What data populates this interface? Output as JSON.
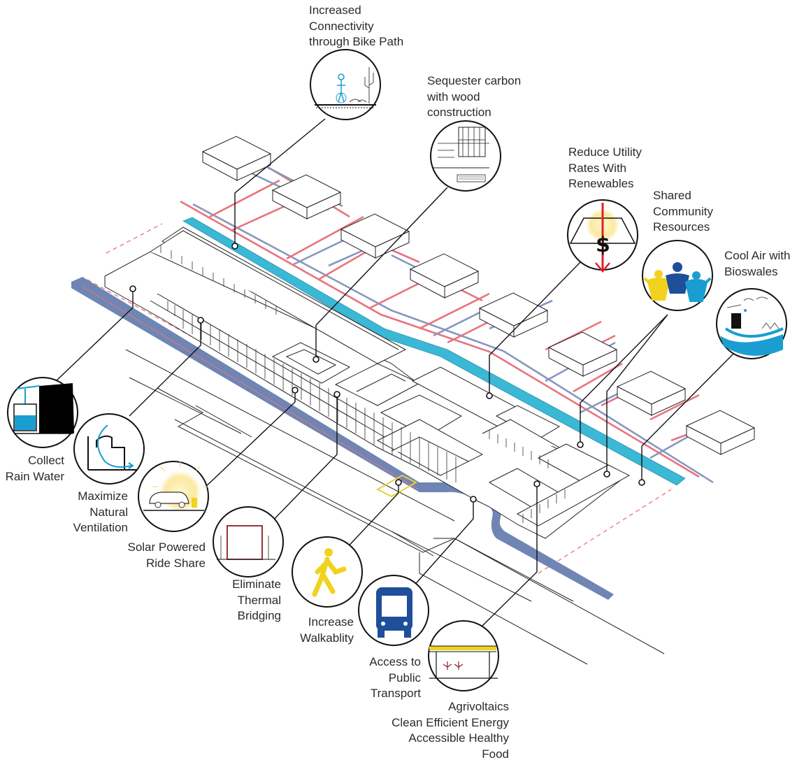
{
  "labels": {
    "bike_path": "Increased\nConnectivity\nthrough Bike Path",
    "wood": "Sequester carbon\nwith wood\nconstruction",
    "utility": "Reduce Utility\nRates With\nRenewables",
    "community": "Shared\nCommunity\nResources",
    "bioswales": "Cool Air with\nBioswales",
    "rain": "Collect\nRain Water",
    "ventilation": "Maximize\nNatural\nVentilation",
    "solar_ride": "Solar Powered\nRide Share",
    "thermal": "Eliminate\nThermal\nBridging",
    "walk": "Increase\nWalkablity",
    "transport": "Access to\nPublic\nTransport",
    "agri": "Agrivoltaics\nClean Efficient Energy\nAccessible Healthy\nFood"
  },
  "colors": {
    "road": "#6f86b4",
    "bike_path": "#3ab8d6",
    "utility_red": "#e8737c",
    "utility_blue": "#8798bd",
    "icon_blue": "#1a9ed1",
    "icon_yellow": "#f1d21e",
    "icon_navy": "#1f4e9a",
    "dollar_red": "#e11f27",
    "thermal_red": "#8a1e25",
    "sun_glow": "#fbe9a2"
  },
  "icons": {
    "bike_path": "cyclist-icon",
    "wood": "wood-frame-icon",
    "utility": "solar-dollar-icon",
    "community": "community-people-icon",
    "bioswales": "bioswale-icon",
    "rain": "rain-tank-icon",
    "ventilation": "airflow-icon",
    "solar_ride": "solar-car-icon",
    "thermal": "thermal-wall-icon",
    "walk": "pedestrian-icon",
    "transport": "bus-icon",
    "agri": "agrivoltaic-greenhouse-icon"
  }
}
